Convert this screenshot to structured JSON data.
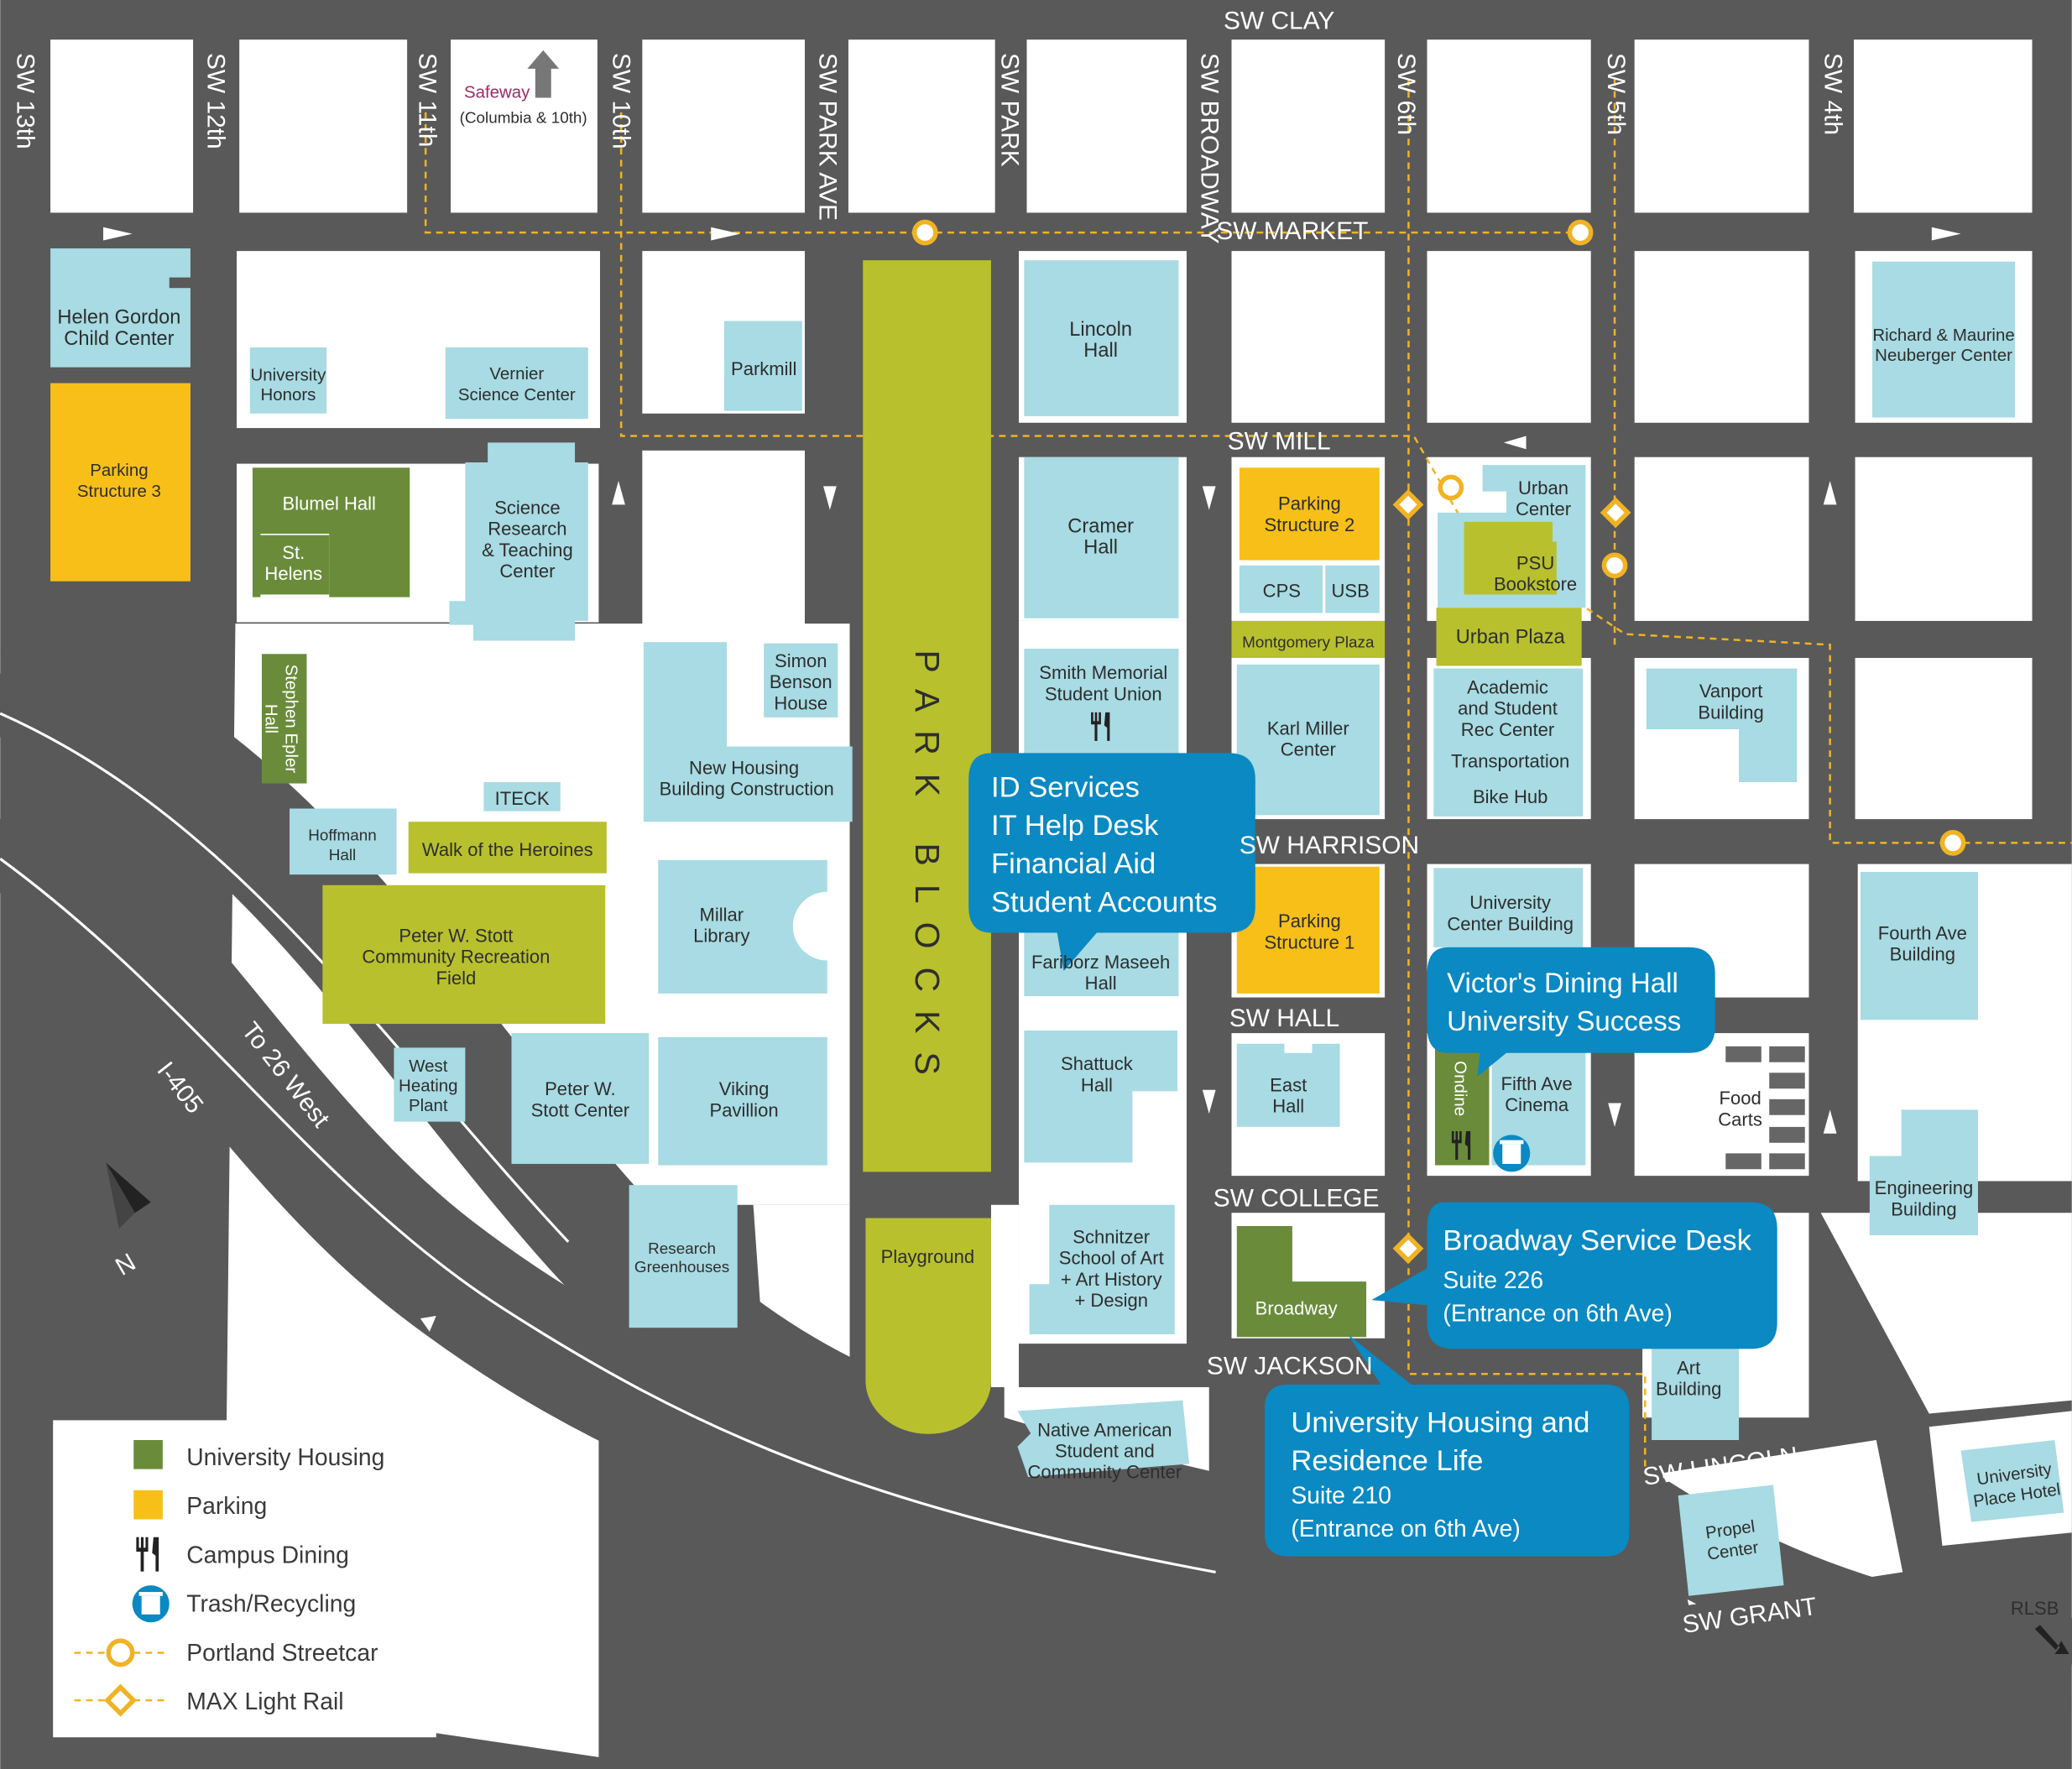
{
  "colors": {
    "road": "#595959",
    "building": "#a8dbe3",
    "housing": "#6a8c3a",
    "parking": "#f7bf18",
    "greenspace": "#b8c02e",
    "callout": "#0a89c2",
    "streetcar": "#f0b323",
    "white": "#ffffff"
  },
  "streets": {
    "clay": "SW CLAY",
    "market": "SW MARKET",
    "mill": "SW MILL",
    "harrison": "SW HARRISON",
    "hall": "SW HALL",
    "college": "SW COLLEGE",
    "jackson": "SW JACKSON",
    "lincoln": "SW LINCOLN",
    "grant": "SW GRANT",
    "13th": "SW 13th",
    "12th": "SW 12th",
    "11th": "SW 11th",
    "10th": "SW 10th",
    "parkave": "SW PARK AVE",
    "park": "SW PARK",
    "broadway": "SW BROADWAY",
    "6th": "SW 6th",
    "5th": "SW 5th",
    "4th": "SW 4th",
    "i405": "I-405",
    "26west": "To 26 West"
  },
  "safeway": {
    "name": "Safeway",
    "sub": "(Columbia & 10th)"
  },
  "north": "N",
  "rlsb": "RLSB",
  "buildings": {
    "helen": [
      "Helen Gordon",
      "Child Center"
    ],
    "ps3": [
      "Parking",
      "Structure 3"
    ],
    "honors": [
      "University",
      "Honors"
    ],
    "vernier": [
      "Vernier",
      "Science Center"
    ],
    "parkmill": "Parkmill",
    "lincoln": [
      "Lincoln",
      "Hall"
    ],
    "neuberger": [
      "Richard & Maurine",
      "Neuberger Center"
    ],
    "blumel": "Blumel Hall",
    "sthelens": [
      "St.",
      "Helens"
    ],
    "srtc": [
      "Science",
      "Research",
      "& Teaching",
      "Center"
    ],
    "cramer": [
      "Cramer",
      "Hall"
    ],
    "ps2": [
      "Parking",
      "Structure 2"
    ],
    "cps": "CPS",
    "usb": "USB",
    "urbancenter": [
      "Urban",
      "Center"
    ],
    "bookstore": [
      "PSU",
      "Bookstore"
    ],
    "montgomery": "Montgomery Plaza",
    "urbanplaza": "Urban Plaza",
    "epler": [
      "Stephen Epler",
      "Hall"
    ],
    "simon": [
      "Simon",
      "Benson",
      "House"
    ],
    "smu": [
      "Smith Memorial",
      "Student Union"
    ],
    "karl": [
      "Karl Miller",
      "Center"
    ],
    "asrc": [
      "Academic",
      "and Student",
      "Rec Center"
    ],
    "transportation": "Transportation",
    "bikehub": "Bike Hub",
    "vanport": [
      "Vanport",
      "Building"
    ],
    "newhousing": [
      "New Housing",
      "Building Construction"
    ],
    "iteck": "ITECK",
    "hoffmann": [
      "Hoffmann",
      "Hall"
    ],
    "heroines": "Walk of the Heroines",
    "stottfield": [
      "Peter W. Stott",
      "Community Recreation",
      "Field"
    ],
    "millar": [
      "Millar",
      "Library"
    ],
    "parkblocks": "PARK BLOCKS",
    "fariborz": [
      "Fariborz Maseeh",
      "Hall"
    ],
    "ps1": [
      "Parking",
      "Structure 1"
    ],
    "ucb": [
      "University",
      "Center Building"
    ],
    "fourthave": [
      "Fourth Ave",
      "Building"
    ],
    "heating": [
      "West",
      "Heating",
      "Plant"
    ],
    "stottcenter": [
      "Peter W.",
      "Stott Center"
    ],
    "viking": [
      "Viking",
      "Pavillion"
    ],
    "shattuck": [
      "Shattuck",
      "Hall"
    ],
    "easthall": [
      "East",
      "Hall"
    ],
    "ondine": "Ondine",
    "fifthave": [
      "Fifth Ave",
      "Cinema"
    ],
    "foodcarts": [
      "Food",
      "Carts"
    ],
    "engineering": [
      "Engineering",
      "Building"
    ],
    "greenhouses": [
      "Research",
      "Greenhouses"
    ],
    "playground": "Playground",
    "schnitzer": [
      "Schnitzer",
      "School of Art",
      "+ Art History",
      "+ Design"
    ],
    "broadway": "Broadway",
    "art": [
      "Art",
      "Building"
    ],
    "nasc": [
      "Native American",
      "Student and",
      "Community Center"
    ],
    "hotel": [
      "University",
      "Place Hotel"
    ],
    "propel": [
      "Propel",
      "Center"
    ]
  },
  "callouts": {
    "smu_services": [
      "ID Services",
      "IT Help Desk",
      "Financial Aid",
      "Student Accounts"
    ],
    "victors": [
      "Victor's Dining Hall",
      "University Success"
    ],
    "broadway_desk": {
      "title": "Broadway Service Desk",
      "lines": [
        "Suite 226",
        "(Entrance on 6th Ave)"
      ]
    },
    "housing_office": {
      "title": [
        "University Housing and",
        "Residence Life"
      ],
      "lines": [
        "Suite 210",
        "(Entrance on 6th Ave)"
      ]
    }
  },
  "legend": [
    {
      "label": "University Housing",
      "icon": "housing-swatch"
    },
    {
      "label": "Parking",
      "icon": "parking-swatch"
    },
    {
      "label": "Campus Dining",
      "icon": "fork-knife-icon"
    },
    {
      "label": "Trash/Recycling",
      "icon": "trash-can-icon"
    },
    {
      "label": "Portland Streetcar",
      "icon": "streetcar-stop-icon"
    },
    {
      "label": "MAX Light Rail",
      "icon": "max-stop-icon"
    }
  ]
}
